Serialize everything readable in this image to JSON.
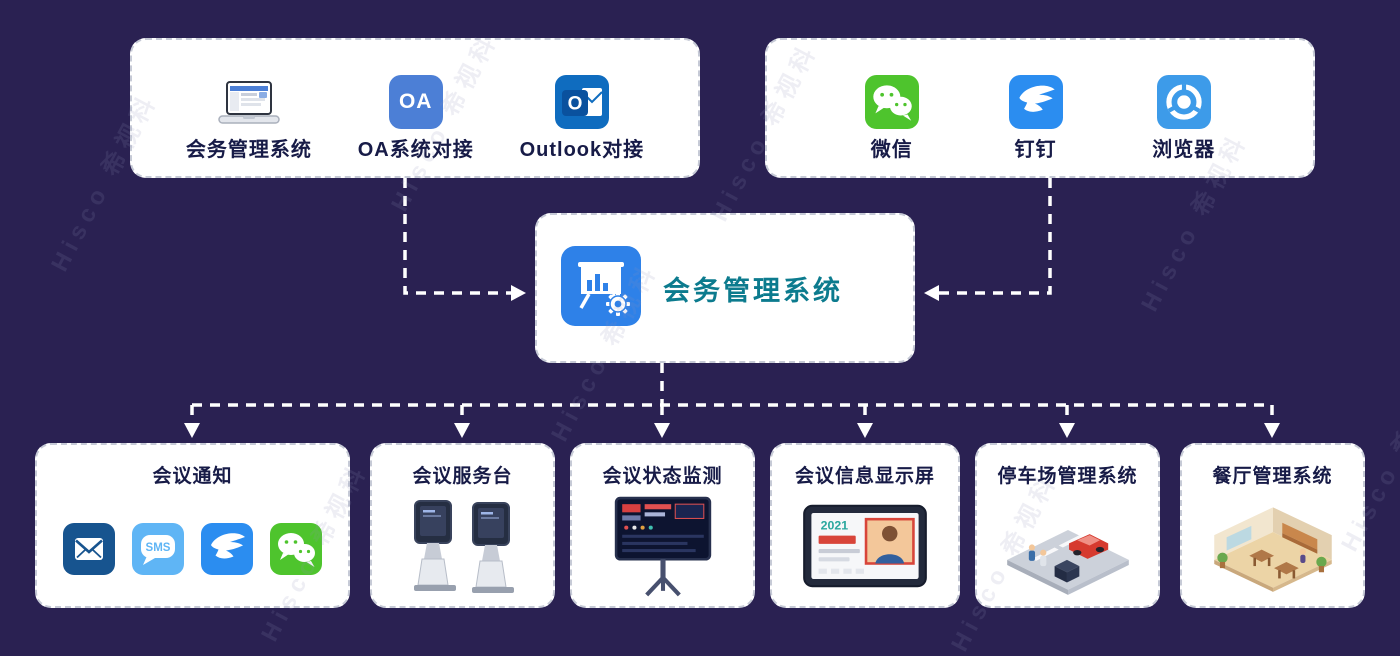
{
  "watermark": "Hisco 希视科",
  "colors": {
    "background": "#2a2152",
    "panel": "#ffffff",
    "panel_border": "#c6cad6",
    "label_dark": "#171b47",
    "center_label_teal": "#0c7b8e",
    "arrow": "#ffffff",
    "wechat_green": "#4ec42d",
    "dingtalk_blue": "#2b8df0",
    "oa_blue": "#4c7fd6",
    "outlook_blue": "#0f6cbf",
    "browser_blue": "#3d9be9",
    "email_navy": "#17548f",
    "sms_blue": "#5fb5f5",
    "center_icon_blue": "#2e81e8"
  },
  "top_left_panel": {
    "items": [
      {
        "label": "会务管理系统"
      },
      {
        "label": "OA系统对接",
        "icon_text": "OA"
      },
      {
        "label": "Outlook对接",
        "icon_text": "O"
      }
    ]
  },
  "top_right_panel": {
    "items": [
      {
        "label": "微信"
      },
      {
        "label": "钉钉"
      },
      {
        "label": "浏览器"
      }
    ]
  },
  "center_node": {
    "label": "会务管理系统"
  },
  "bottom_panels": [
    {
      "label": "会议通知",
      "sms_text": "SMS"
    },
    {
      "label": "会议服务台"
    },
    {
      "label": "会议状态监测"
    },
    {
      "label": "会议信息显示屏",
      "screen_text": "2021"
    },
    {
      "label": "停车场管理系统"
    },
    {
      "label": "餐厅管理系统"
    }
  ]
}
